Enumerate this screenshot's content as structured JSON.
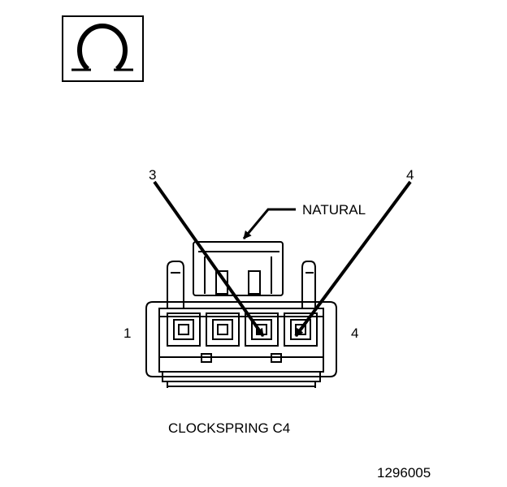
{
  "symbol_icon": "ohm-icon",
  "callouts": {
    "left_pin": "3",
    "right_pin": "4",
    "color": "NATURAL"
  },
  "side_labels": {
    "left": "1",
    "right": "4"
  },
  "caption": "CLOCKSPRING C4",
  "figure_number": "1296005",
  "colors": {
    "line": "#000000",
    "background": "#ffffff"
  }
}
